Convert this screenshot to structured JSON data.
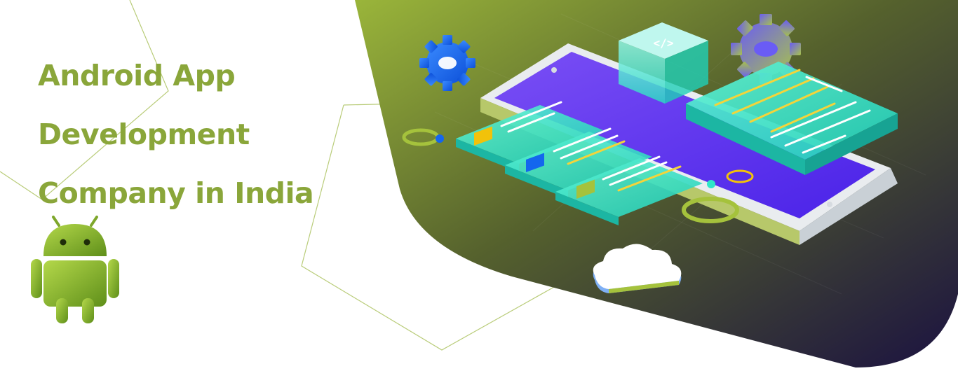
{
  "hero": {
    "headline_lines": [
      "Android App",
      "Development",
      "Company in India"
    ]
  },
  "icons": {
    "mascot": "android-robot-icon",
    "code_block": "code-brackets-icon",
    "gears": "gear-icon",
    "cloud": "cloud-icon"
  },
  "colors": {
    "headline": "#8aa63a",
    "brand_green": "#97b23a",
    "panel_dark": "#1e1547",
    "screen_purple": "#5b35f0",
    "teal": "#2ee6c8",
    "accent_yellow": "#f2c20a",
    "accent_blue": "#1466ee"
  }
}
